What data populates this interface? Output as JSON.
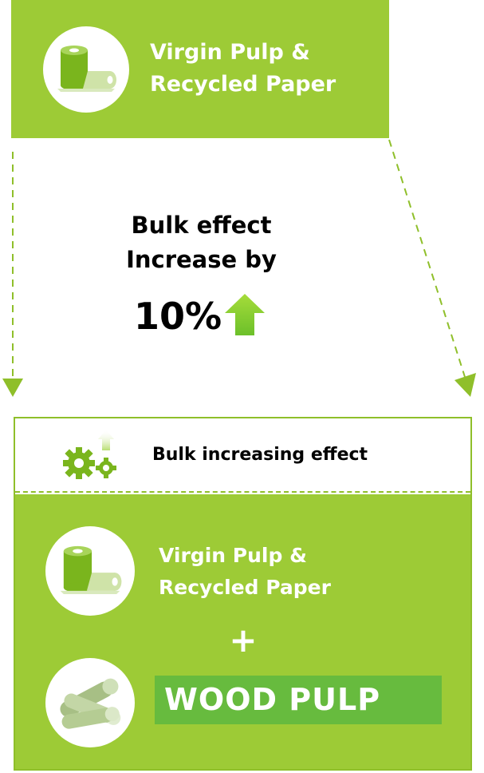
{
  "top_box": {
    "icon": "paper-roll-icon",
    "label_line1": "Virgin Pulp &",
    "label_line2": "Recycled Paper"
  },
  "center": {
    "line1": "Bulk effect",
    "line2": "Increase by",
    "percent": "10%",
    "icon": "up-arrow-icon"
  },
  "bulk_header": {
    "icon": "gears-icon",
    "label": "Bulk increasing effect"
  },
  "bottom": {
    "icon": "paper-roll-icon",
    "label_line1": "Virgin Pulp &",
    "label_line2": "Recycled Paper",
    "plus": "+",
    "wood_icon": "wood-logs-icon",
    "wood_label": "WOOD PULP"
  },
  "colors": {
    "green": "#9dcb36",
    "dark_green": "#67bb3e",
    "arrow_green": "#8fbf2a",
    "icon_green": "#7ab51d",
    "text_dark": "#000000"
  }
}
